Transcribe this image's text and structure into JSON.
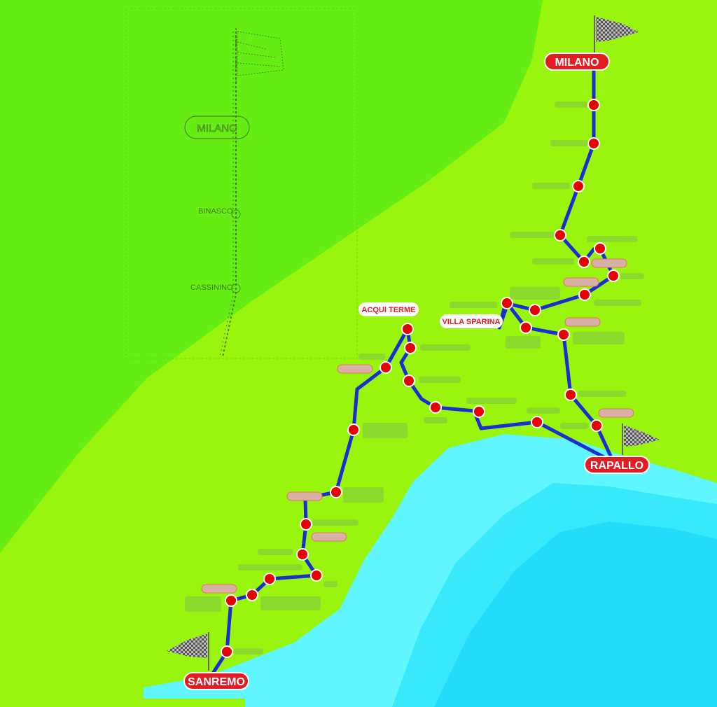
{
  "map": {
    "colors": {
      "land_dark": "#66ee14",
      "land_light": "#99f50d",
      "sea_light": "#5ff6ff",
      "sea_mid": "#38e9fc",
      "sea_deep": "#22dcfa",
      "route": "#1b2fd0",
      "stop": "#e60000",
      "label_bg": "#e31b23",
      "label_text": "#ffffff"
    },
    "cities": {
      "start": "MILANO",
      "finish": "SANREMO",
      "rapallo": "RAPALLO",
      "acqui": "ACQUI TERME",
      "villa": "VILLA SPARINA"
    },
    "ghost_labels": {
      "milano": "MILANO",
      "binasco": "BINASCO",
      "cassinino": "CASSININO"
    },
    "icons": [
      "start-flag-icon",
      "rapallo-flag-icon",
      "finish-flag-icon"
    ]
  }
}
